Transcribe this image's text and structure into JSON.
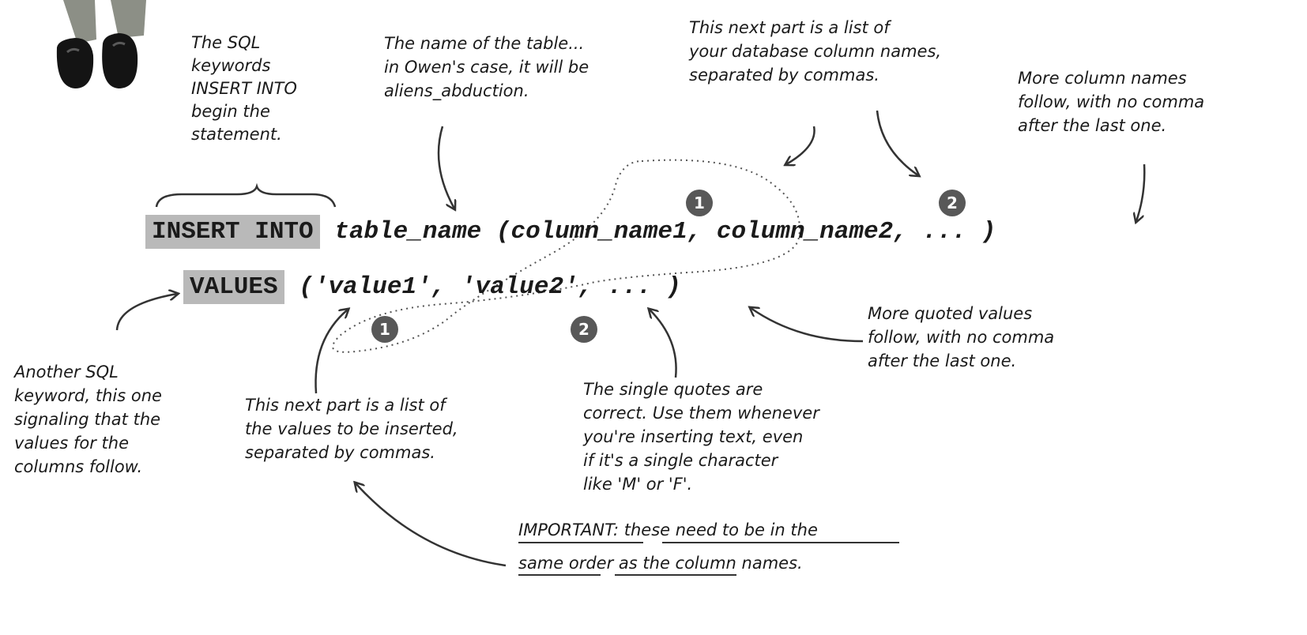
{
  "code": {
    "line1_kw": "INSERT INTO",
    "line1_rest": "table_name (column_name1, column_name2, ... )",
    "line2_kw": "VALUES",
    "line2_rest": "('value1', 'value2', ... )"
  },
  "badges": {
    "col1": "1",
    "col2": "2",
    "val1": "1",
    "val2": "2"
  },
  "notes": {
    "keywords": "The SQL\nkeywords\nINSERT INTO\nbegin the\nstatement.",
    "table_name": "The name of the table...\nin Owen's case, it will be\naliens_abduction.",
    "column_list": "This next part is a list of\nyour database column names,\nseparated by commas.",
    "more_columns": "More column names\nfollow, with no comma\nafter the last one.",
    "values_keyword": "Another SQL\nkeyword, this one\nsignaling that the\nvalues for the\ncolumns follow.",
    "values_list": "This next part is a list of\nthe values to be inserted,\nseparated by commas.",
    "quotes": "The single quotes are\ncorrect. Use them whenever\nyou're inserting text, even\nif it's a single character\nlike 'M' or 'F'.",
    "more_values": "More quoted values\nfollow, with no comma\nafter the last one.",
    "important_label": "IMPORTANT",
    "important_line1_a": ": ",
    "important_line1_b": "these need to be in the",
    "important_line2_a": "same order",
    "important_line2_b": " as the column names."
  }
}
